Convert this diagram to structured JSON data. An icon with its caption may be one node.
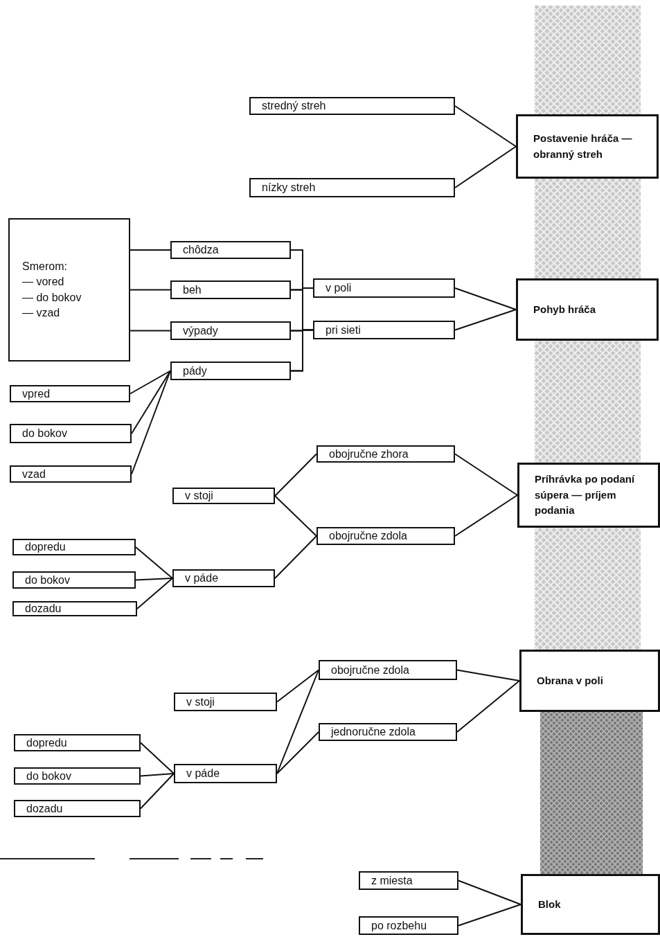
{
  "diagram": {
    "nodes": [
      {
        "text": [
          "stredný streh"
        ]
      },
      {
        "text": [
          "nízky streh"
        ]
      },
      {
        "text": [
          "Postavenie hráča — obranný streh"
        ]
      },
      {
        "text": [
          "Smerom:",
          "— vored",
          "— do bokov",
          "— vzad"
        ]
      },
      {
        "text": [
          "chôdza"
        ]
      },
      {
        "text": [
          "beh"
        ]
      },
      {
        "text": [
          "výpady"
        ]
      },
      {
        "text": [
          "pády"
        ]
      },
      {
        "text": [
          "v poli"
        ]
      },
      {
        "text": [
          "pri sieti"
        ]
      },
      {
        "text": [
          "Pohyb hráča"
        ]
      },
      {
        "text": [
          "vpred"
        ]
      },
      {
        "text": [
          "do bokov"
        ]
      },
      {
        "text": [
          "vzad"
        ]
      },
      {
        "text": [
          "v stoji"
        ]
      },
      {
        "text": [
          "obojručne zhora"
        ]
      },
      {
        "text": [
          "obojručne zdola"
        ]
      },
      {
        "text": [
          "Príhrávka po podaní súpera — príjem podania"
        ]
      },
      {
        "text": [
          "dopredu"
        ]
      },
      {
        "text": [
          "do bokov"
        ]
      },
      {
        "text": [
          "dozadu"
        ]
      },
      {
        "text": [
          "v páde"
        ]
      },
      {
        "text": [
          "v stoji"
        ]
      },
      {
        "text": [
          "obojručne zdola"
        ]
      },
      {
        "text": [
          "jednoručne zdola"
        ]
      },
      {
        "text": [
          "Obrana v poli"
        ]
      },
      {
        "text": [
          "dopredu"
        ]
      },
      {
        "text": [
          "do bokov"
        ]
      },
      {
        "text": [
          "dozadu"
        ]
      },
      {
        "text": [
          "v páde"
        ]
      },
      {
        "text": [
          "z miesta"
        ]
      },
      {
        "text": [
          "po rozbehu"
        ]
      },
      {
        "text": [
          "Blok"
        ]
      }
    ],
    "edges": [
      {
        "from": 0,
        "to": 2,
        "arrow": "none"
      },
      {
        "from": 1,
        "to": 2,
        "arrow": "none"
      },
      {
        "from": 3,
        "to": 4,
        "arrow": "none"
      },
      {
        "from": 3,
        "to": 5,
        "arrow": "none"
      },
      {
        "from": 3,
        "to": 6,
        "arrow": "none"
      },
      {
        "from": 4,
        "to": 8,
        "arrow": "none"
      },
      {
        "from": 4,
        "to": 9,
        "arrow": "none"
      },
      {
        "from": 5,
        "to": 8,
        "arrow": "none"
      },
      {
        "from": 5,
        "to": 9,
        "arrow": "none"
      },
      {
        "from": 6,
        "to": 8,
        "arrow": "none"
      },
      {
        "from": 6,
        "to": 9,
        "arrow": "none"
      },
      {
        "from": 7,
        "to": 8,
        "arrow": "none"
      },
      {
        "from": 7,
        "to": 9,
        "arrow": "none"
      },
      {
        "from": 8,
        "to": 10,
        "arrow": "none"
      },
      {
        "from": 9,
        "to": 10,
        "arrow": "none"
      },
      {
        "from": 11,
        "to": 7,
        "arrow": "none"
      },
      {
        "from": 12,
        "to": 7,
        "arrow": "none"
      },
      {
        "from": 13,
        "to": 7,
        "arrow": "none"
      },
      {
        "from": 14,
        "to": 15,
        "arrow": "none"
      },
      {
        "from": 14,
        "to": 16,
        "arrow": "none"
      },
      {
        "from": 21,
        "to": 16,
        "arrow": "none"
      },
      {
        "from": 15,
        "to": 17,
        "arrow": "none"
      },
      {
        "from": 16,
        "to": 17,
        "arrow": "none"
      },
      {
        "from": 18,
        "to": 21,
        "arrow": "none"
      },
      {
        "from": 19,
        "to": 21,
        "arrow": "none"
      },
      {
        "from": 20,
        "to": 21,
        "arrow": "none"
      },
      {
        "from": 22,
        "to": 23,
        "arrow": "none"
      },
      {
        "from": 29,
        "to": 23,
        "arrow": "none"
      },
      {
        "from": 29,
        "to": 24,
        "arrow": "none"
      },
      {
        "from": 23,
        "to": 25,
        "arrow": "none"
      },
      {
        "from": 24,
        "to": 25,
        "arrow": "none"
      },
      {
        "from": 26,
        "to": 29,
        "arrow": "none"
      },
      {
        "from": 27,
        "to": 29,
        "arrow": "none"
      },
      {
        "from": 28,
        "to": 29,
        "arrow": "none"
      },
      {
        "from": 30,
        "to": 32,
        "arrow": "none"
      },
      {
        "from": 31,
        "to": 32,
        "arrow": "none"
      }
    ]
  }
}
